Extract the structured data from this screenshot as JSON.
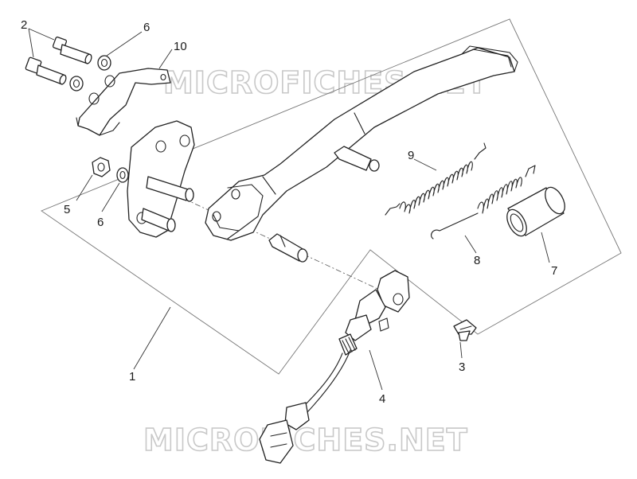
{
  "watermark": {
    "top": "MICROFICHES.NET",
    "bottom": "MICROFICHES.NET"
  },
  "callouts": [
    {
      "id": "callout-2",
      "text": "2"
    },
    {
      "id": "callout-6-top",
      "text": "6"
    },
    {
      "id": "callout-10",
      "text": "10"
    },
    {
      "id": "callout-9",
      "text": "9"
    },
    {
      "id": "callout-5",
      "text": "5"
    },
    {
      "id": "callout-6-mid",
      "text": "6"
    },
    {
      "id": "callout-8",
      "text": "8"
    },
    {
      "id": "callout-7",
      "text": "7"
    },
    {
      "id": "callout-3",
      "text": "3"
    },
    {
      "id": "callout-1",
      "text": "1"
    },
    {
      "id": "callout-4",
      "text": "4"
    }
  ]
}
